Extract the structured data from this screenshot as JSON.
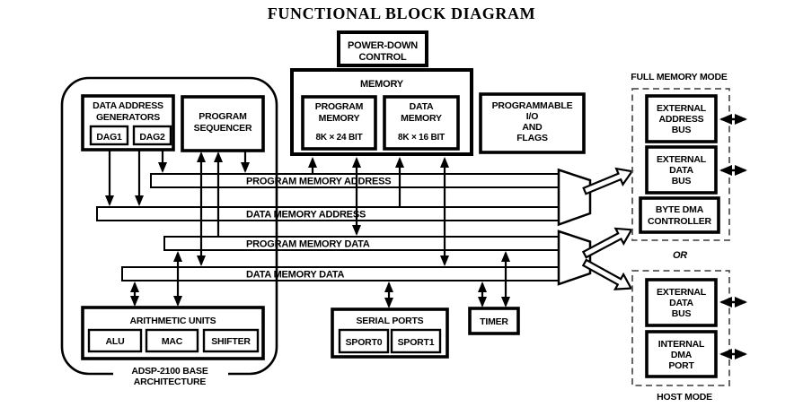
{
  "title": "FUNCTIONAL BLOCK DIAGRAM",
  "colors": {
    "ink": "#000000",
    "background": "#ffffff",
    "dashed_border": "#555555"
  },
  "blocks": {
    "power_down_control": {
      "lines": [
        "POWER-DOWN",
        "CONTROL"
      ]
    },
    "memory": {
      "label": "MEMORY",
      "program_memory": {
        "lines": [
          "PROGRAM",
          "MEMORY",
          "8K × 24 BIT"
        ]
      },
      "data_memory": {
        "lines": [
          "DATA",
          "MEMORY",
          "8K × 16 BIT"
        ]
      }
    },
    "programmable_io": {
      "lines": [
        "PROGRAMMABLE",
        "I/O",
        "AND",
        "FLAGS"
      ]
    },
    "data_address_generators": {
      "lines": [
        "DATA ADDRESS",
        "GENERATORS"
      ],
      "dag1": "DAG1",
      "dag2": "DAG2"
    },
    "program_sequencer": {
      "lines": [
        "PROGRAM",
        "SEQUENCER"
      ]
    },
    "arithmetic_units": {
      "label": "ARITHMETIC UNITS",
      "alu": "ALU",
      "mac": "MAC",
      "shifter": "SHIFTER"
    },
    "serial_ports": {
      "label": "SERIAL PORTS",
      "sport0": "SPORT0",
      "sport1": "SPORT1"
    },
    "timer": {
      "label": "TIMER"
    },
    "base_architecture": {
      "lines": [
        "ADSP-2100 BASE",
        "ARCHITECTURE"
      ]
    }
  },
  "buses": {
    "program_memory_address": "PROGRAM MEMORY ADDRESS",
    "data_memory_address": "DATA MEMORY ADDRESS",
    "program_memory_data": "PROGRAM MEMORY DATA",
    "data_memory_data": "DATA MEMORY DATA"
  },
  "full_memory_mode": {
    "label": "FULL MEMORY MODE",
    "external_address_bus": {
      "lines": [
        "EXTERNAL",
        "ADDRESS",
        "BUS"
      ]
    },
    "external_data_bus": {
      "lines": [
        "EXTERNAL",
        "DATA",
        "BUS"
      ]
    },
    "byte_dma_controller": {
      "lines": [
        "BYTE DMA",
        "CONTROLLER"
      ]
    }
  },
  "or_label": "OR",
  "host_mode": {
    "label": "HOST MODE",
    "external_data_bus": {
      "lines": [
        "EXTERNAL",
        "DATA",
        "BUS"
      ]
    },
    "internal_dma_port": {
      "lines": [
        "INTERNAL",
        "DMA",
        "PORT"
      ]
    }
  }
}
